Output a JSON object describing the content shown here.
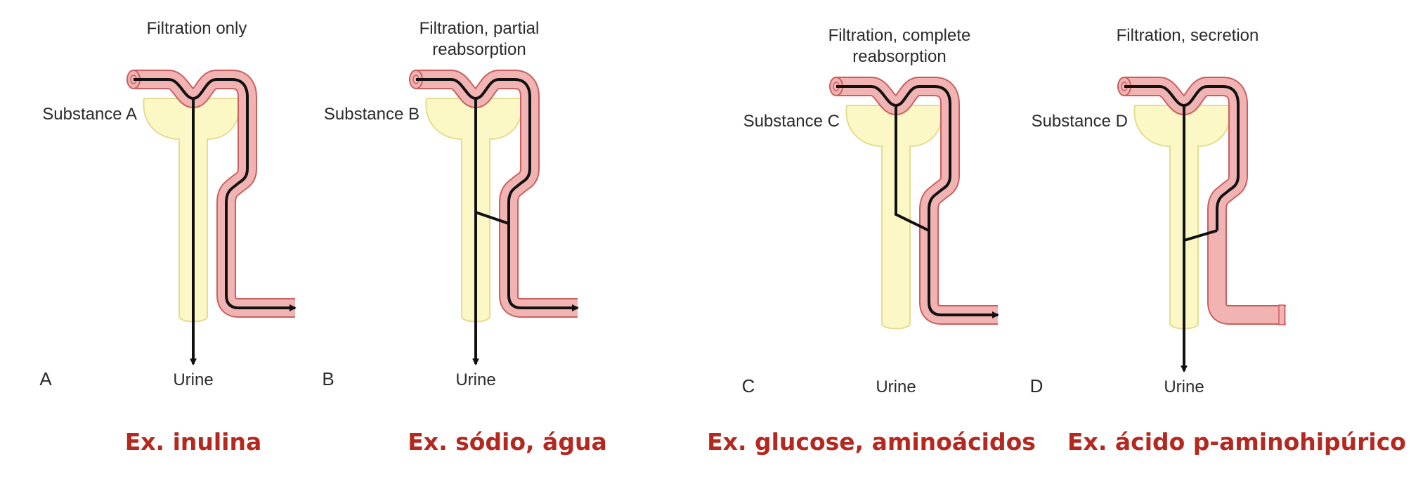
{
  "colors": {
    "capillary_fill": "#f2b3b3",
    "capillary_stroke": "#c96060",
    "tubule_fill": "#fbf8c6",
    "tubule_stroke": "#e5dc92",
    "path_line": "#111111",
    "example_text": "#b5281f",
    "label_text": "#2b2b2b"
  },
  "panels": [
    {
      "letter": "A",
      "title_lines": [
        "Filtration only"
      ],
      "substance": "Substance A",
      "urine": "Urine",
      "example": "Ex. inulina",
      "process": "filtration-only"
    },
    {
      "letter": "B",
      "title_lines": [
        "Filtration, partial",
        "reabsorption"
      ],
      "substance": "Substance B",
      "urine": "Urine",
      "example": "Ex. sódio, água",
      "process": "partial-reabsorption"
    },
    {
      "letter": "C",
      "title_lines": [
        "Filtration, complete",
        "reabsorption"
      ],
      "substance": "Substance C",
      "urine": "Urine",
      "example": "Ex. glucose, aminoácidos",
      "process": "complete-reabsorption"
    },
    {
      "letter": "D",
      "title_lines": [
        "Filtration, secretion"
      ],
      "substance": "Substance D",
      "urine": "Urine",
      "example": "Ex. ácido p-aminohipúrico",
      "process": "secretion"
    }
  ]
}
